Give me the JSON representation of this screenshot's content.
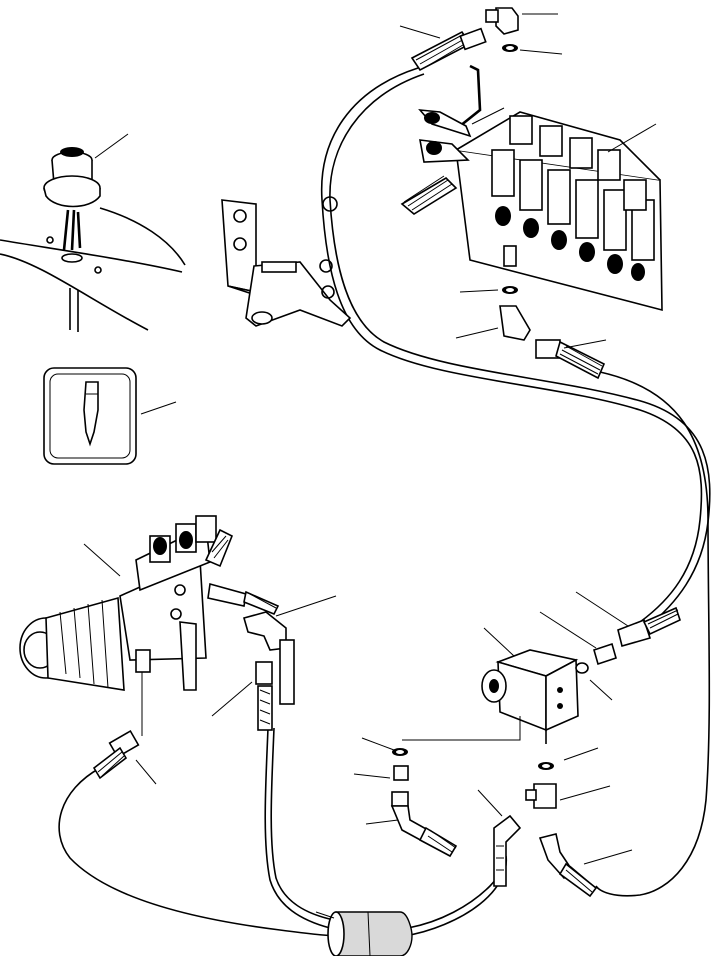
{
  "diagram": {
    "kind": "hydraulic-parts-exploded-view",
    "labels": [],
    "colors": {
      "line": "#000000",
      "background": "#ffffff",
      "shade": "#d9d9d9"
    },
    "components": [
      "tank-filler-cap",
      "hammer-symbol-plate",
      "control-valve-bank",
      "valve-mounting-bracket",
      "hammer-valve-block",
      "solenoid-valve",
      "hose-clamp",
      "hoses",
      "elbow-fittings",
      "o-rings",
      "adapters"
    ]
  }
}
